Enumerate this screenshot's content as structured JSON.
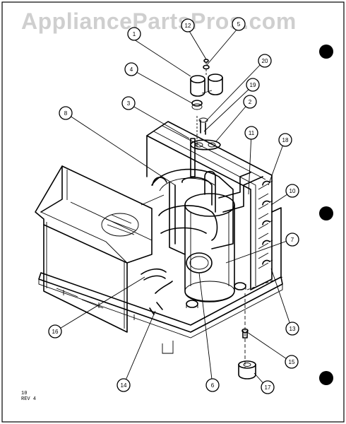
{
  "watermark": "AppliancePartsPros.com",
  "sheet": {
    "page": "10",
    "revision": "REV 4"
  },
  "parts": [
    {
      "id": "p1",
      "label": "1"
    },
    {
      "id": "p12",
      "label": "12"
    },
    {
      "id": "p5",
      "label": "5"
    },
    {
      "id": "p4",
      "label": "4"
    },
    {
      "id": "p20",
      "label": "20"
    },
    {
      "id": "p19",
      "label": "19"
    },
    {
      "id": "p3",
      "label": "3"
    },
    {
      "id": "p2",
      "label": "2"
    },
    {
      "id": "p8",
      "label": "8"
    },
    {
      "id": "p11",
      "label": "11"
    },
    {
      "id": "p18",
      "label": "18"
    },
    {
      "id": "p10",
      "label": "10"
    },
    {
      "id": "p7",
      "label": "7"
    },
    {
      "id": "p13",
      "label": "13"
    },
    {
      "id": "p16",
      "label": "16"
    },
    {
      "id": "p15",
      "label": "15"
    },
    {
      "id": "p14",
      "label": "14"
    },
    {
      "id": "p6",
      "label": "6"
    },
    {
      "id": "p17",
      "label": "17"
    }
  ]
}
